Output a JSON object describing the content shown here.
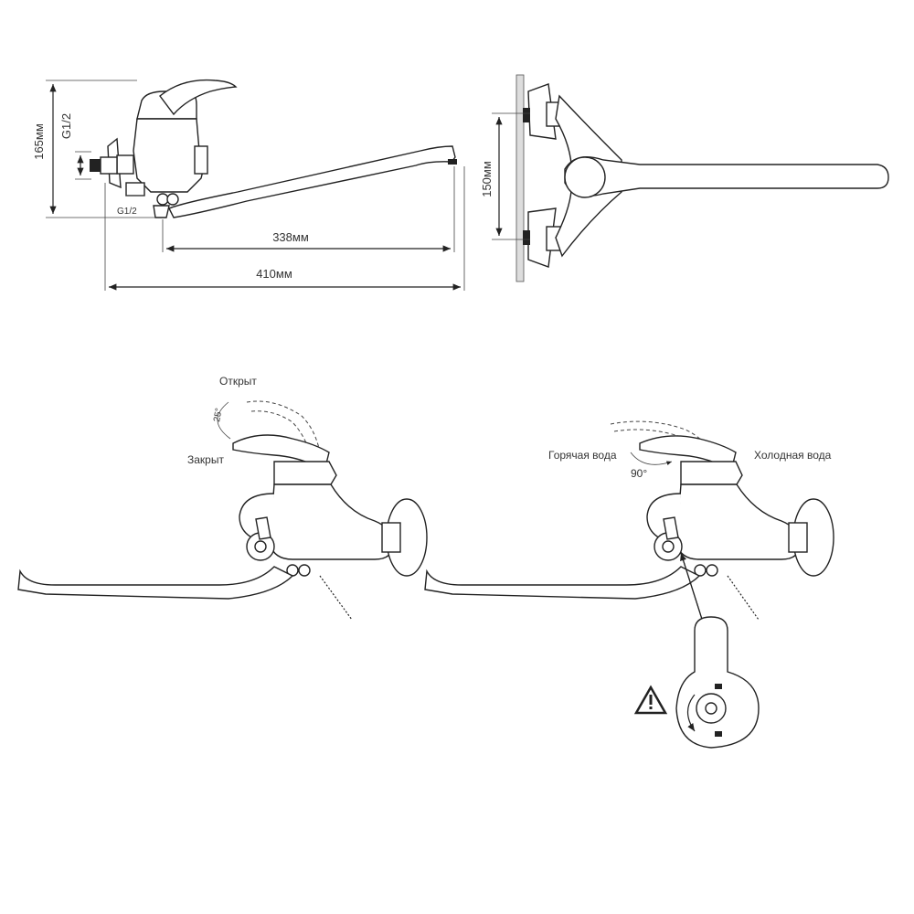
{
  "dimensions": {
    "height": "165мм",
    "thread_side": "G1/2",
    "thread_bottom": "G1/2",
    "spout_reach": "338мм",
    "total_length": "410мм",
    "mount_spacing": "150мм"
  },
  "lever_view": {
    "open_label": "Открыт",
    "closed_label": "Закрыт",
    "angle_label": "25°"
  },
  "temperature_view": {
    "hot_label": "Горячая вода",
    "cold_label": "Холодная вода",
    "angle_label": "90°"
  }
}
